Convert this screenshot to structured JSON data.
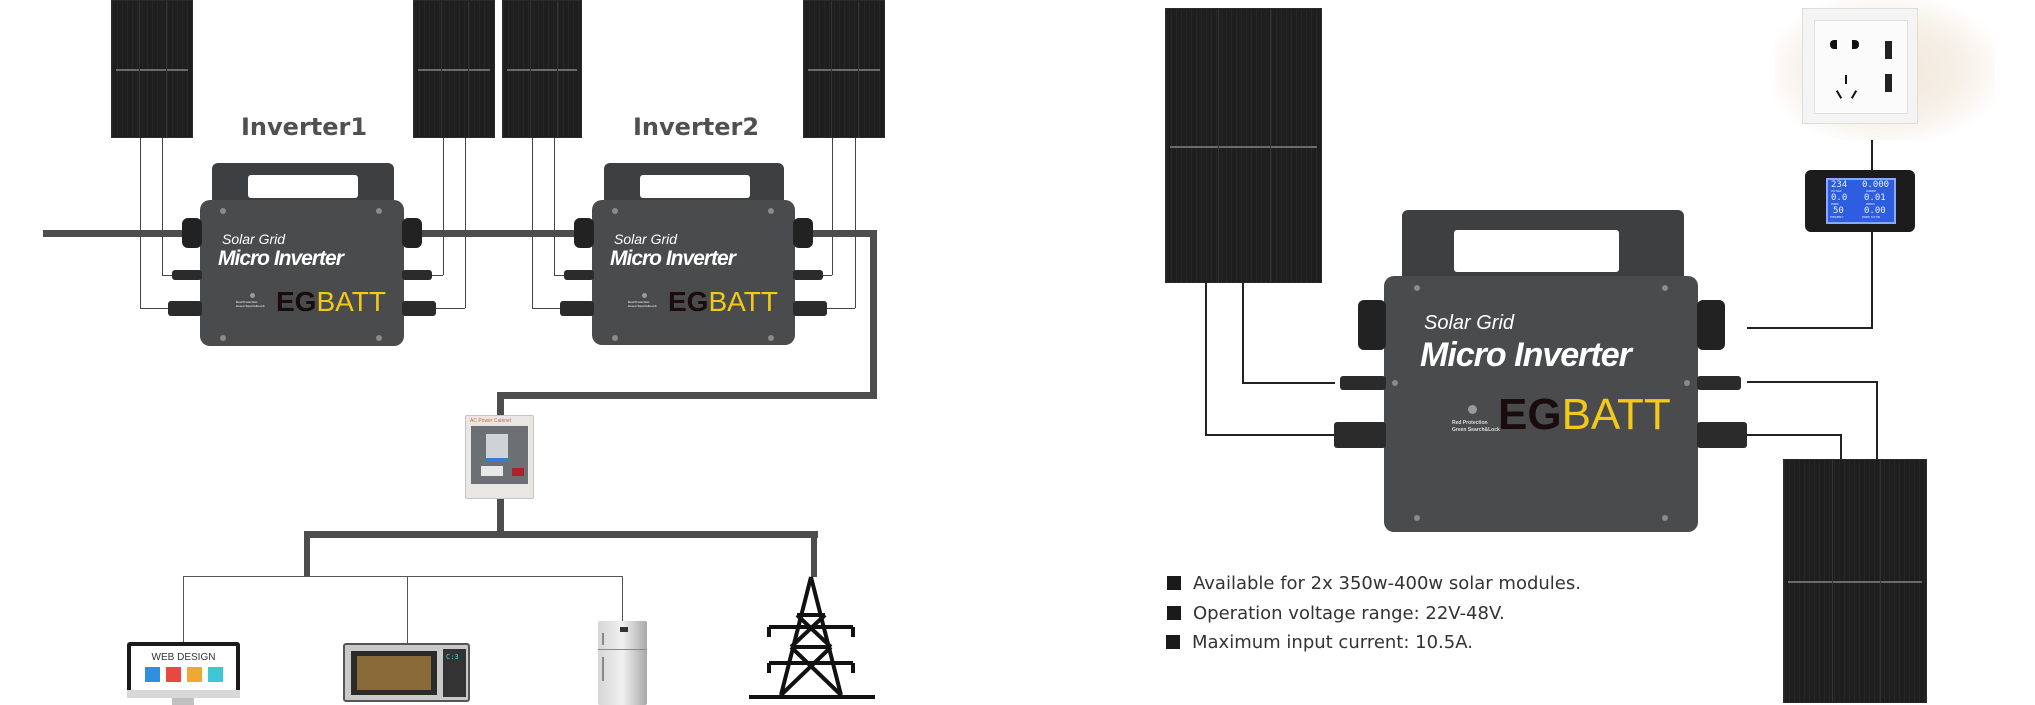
{
  "diagram": {
    "left": {
      "inverter_labels": [
        "Inverter1",
        "Inverter2"
      ],
      "inverter_text": {
        "line1": "Solar Grid",
        "line2": "Micro Inverter",
        "brand_dark": "EG",
        "brand_yellow": "BATT",
        "led_note1": "Red Protection",
        "led_note2": "Green Search&Lock"
      },
      "cabinet_label": "AC Power Cabinet",
      "loads": [
        {
          "name": "computer",
          "screen_title": "WEB DESIGN"
        },
        {
          "name": "microwave",
          "display": "C:3"
        },
        {
          "name": "refrigerator"
        },
        {
          "name": "power-grid-tower"
        }
      ]
    },
    "right": {
      "inverter_text": {
        "line1": "Solar Grid",
        "line2": "Micro Inverter",
        "brand_dark": "EG",
        "brand_yellow": "BATT",
        "led_note1": "Red Protection",
        "led_note2": "Green Search&Lock"
      },
      "meter": {
        "voltage": "234",
        "voltage_unit": "V",
        "voltage_label": "VOLTAGE",
        "current": "0.000",
        "current_unit": "A",
        "current_label": "CURRENT",
        "power": "0.0",
        "power_unit": "W",
        "power_label": "POWER",
        "energy": "0.01",
        "energy_unit": "kWh",
        "energy_label": "ENERGY",
        "frequency": "50",
        "frequency_unit": "Hz",
        "frequency_label": "FREQUENCY",
        "pf": "0.00",
        "pf_unit": "PF",
        "pf_label": "POWER FACTOR"
      },
      "specs": [
        "Available for 2x 350w-400w solar modules.",
        "Operation voltage range: 22V-48V.",
        "Maximum input current: 10.5A."
      ]
    },
    "colors": {
      "brand_yellow": "#f2c81a",
      "brand_dark": "#1a0c0c",
      "inverter_body": "#4a4b4c",
      "panel": "#1e1e1e",
      "bus": "#4d4d4d"
    }
  }
}
